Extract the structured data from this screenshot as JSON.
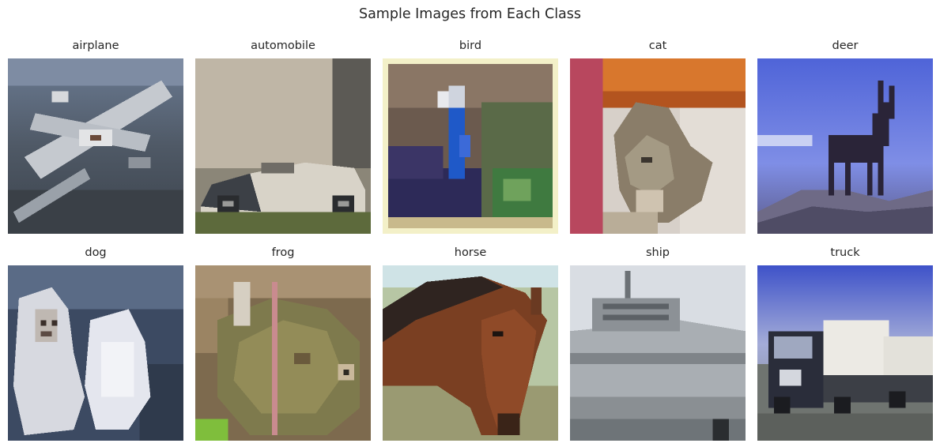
{
  "figure": {
    "title": "Sample Images from Each Class"
  },
  "classes": [
    {
      "label": "airplane"
    },
    {
      "label": "automobile"
    },
    {
      "label": "bird"
    },
    {
      "label": "cat"
    },
    {
      "label": "deer"
    },
    {
      "label": "dog"
    },
    {
      "label": "frog"
    },
    {
      "label": "horse"
    },
    {
      "label": "ship"
    },
    {
      "label": "truck"
    }
  ]
}
